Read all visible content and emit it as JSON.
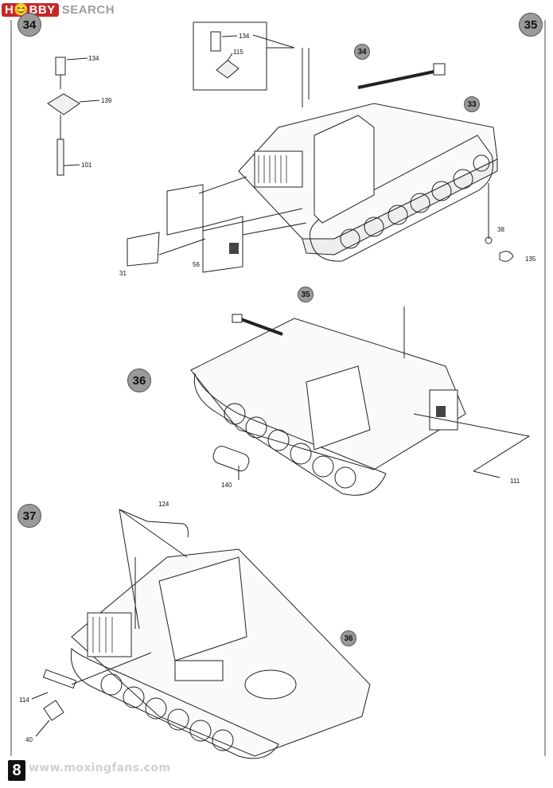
{
  "header": {
    "logo_badge": "H😊BBY",
    "logo_rest": "SEARCH"
  },
  "steps": [
    "34",
    "35",
    "36",
    "37"
  ],
  "refs": {
    "a": "34",
    "b": "33",
    "c": "35",
    "d": "36"
  },
  "parts": {
    "p134a": "134",
    "p139": "139",
    "p101": "101",
    "p134b": "134",
    "p115": "115",
    "p31": "31",
    "p56": "56",
    "p38": "38",
    "p135": "135",
    "p140": "140",
    "p111": "111",
    "p124": "124",
    "p114": "114",
    "p40": "40"
  },
  "footer": {
    "page_number": "8",
    "watermark": "www.moxingfans.com"
  }
}
